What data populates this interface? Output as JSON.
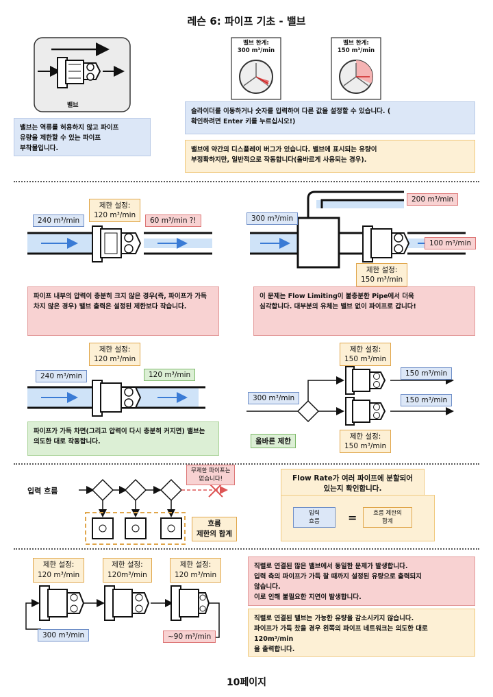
{
  "title": "레슨 6: 파이프 기초 - 밸브",
  "valve_icon": {
    "label": "밸브"
  },
  "intro": {
    "description_l1": "밸브는 역류를 허용하지 않고 파이프",
    "description_l2": "유량을 제한할 수 있는 파이프",
    "description_l3": "부착물입니다."
  },
  "gauges": [
    {
      "label": "밸브 한계:",
      "value": "300 m³/min",
      "level": 0.3
    },
    {
      "label": "밸브 한계:",
      "value": "150 m³/min",
      "level": 0.5
    }
  ],
  "slider_note_l1": "슬라이더를 이동하거나 숫자를 입력하여 다른 값을 설정할 수 있습니다. (",
  "slider_note_l2": "확인하려면 Enter 키를 누르십시오!)",
  "bug_note_l1": "밸브에 약간의 디스플레이 버그가 있습니다. 밸브에 표시되는 유량이",
  "bug_note_l2": "부정확하지만, 일반적으로 작동합니다(올바르게 사용되는 경우).",
  "s2": {
    "a": {
      "in": "240 m³/min",
      "limit_l1": "제한 설정:",
      "limit_l2": "120 m³/min",
      "out": "60 m³/min ?!",
      "note_l1": "파이프 내부의 압력이 충분히 크지 않은 경우(즉, 파이프가 가득",
      "note_l2": "차지 않은 경우) 밸브 출력은 설정된 제한보다 작습니다."
    },
    "b": {
      "in": "300 m³/min",
      "top": "200 m³/min",
      "out": "100 m³/min",
      "limit_l1": "제한 설정:",
      "limit_l2": "150 m³/min",
      "note_l1": "이 문제는 Flow Limiting이 불충분한 Pipe에서 더욱",
      "note_l2": "심각합니다. 대부분의 유체는 밸브 없이 파이프로 갑니다!"
    },
    "c": {
      "in": "240 m³/min",
      "limit_l1": "제한 설정:",
      "limit_l2": "120 m³/min",
      "out": "120 m³/min",
      "note_l1": "파이프가 가득 차면(그리고 압력이 다시 충분히 커지면) 밸브는",
      "note_l2": "의도한 대로 작동합니다."
    },
    "d": {
      "in": "300 m³/min",
      "limit_top_l1": "제한 설정:",
      "limit_top_l2": "150 m³/min",
      "out1": "150 m³/min",
      "out2": "150 m³/min",
      "limit_bot_l1": "제한 설정:",
      "limit_bot_l2": "150 m³/min",
      "caption": "올바른 제한"
    }
  },
  "s3": {
    "input_label": "입력 흐름",
    "unlimited_l1": "무제한 파이프는",
    "unlimited_l2": "없습니다!",
    "sum_l1": "흐름",
    "sum_l2": "제한의 합계",
    "check_l1": "Flow Rate가 여러 파이프에 분할되어",
    "check_l2": "있는지 확인합니다.",
    "eq_left_l1": "입력",
    "eq_left_l2": "흐름",
    "eq_sign": "=",
    "eq_right_l1": "흐름 제한의",
    "eq_right_l2": "합계"
  },
  "s4": {
    "v1_l1": "제한 설정:",
    "v1_l2": "120 m³/min",
    "v2_l1": "제한 설정:",
    "v2_l2": "120m³/min",
    "v3_l1": "제한 설정:",
    "v3_l2": "120 m³/min",
    "in": "300 m³/min",
    "out": "~90 m³/min",
    "red_l1": "직렬로 연결된 많은 밸브에서 동일한 문제가 발생합니다.",
    "red_l2": "입력 측의 파이프가 가득 찰 때까지 설정된 유량으로 출력되지",
    "red_l3": "않습니다.",
    "red_l4": "이로 인해 불필요한 지연이 발생합니다.",
    "yel_l1": "직렬로 연결된 밸브는 가능한 유량을 감소시키지 않습니다.",
    "yel_l2": "파이프가 가득 찼을 경우 왼쪽의 파이프 네트워크는 의도한 대로 120m³/min",
    "yel_l3": "을 출력합니다."
  },
  "page_number": "10페이지",
  "colors": {
    "blue": "#dce7f7",
    "yellow": "#fdf0d5",
    "red": "#f8d2d2",
    "green": "#dcefd5",
    "pipe": "#cfe3f8",
    "arrow": "#3a7bd5"
  }
}
